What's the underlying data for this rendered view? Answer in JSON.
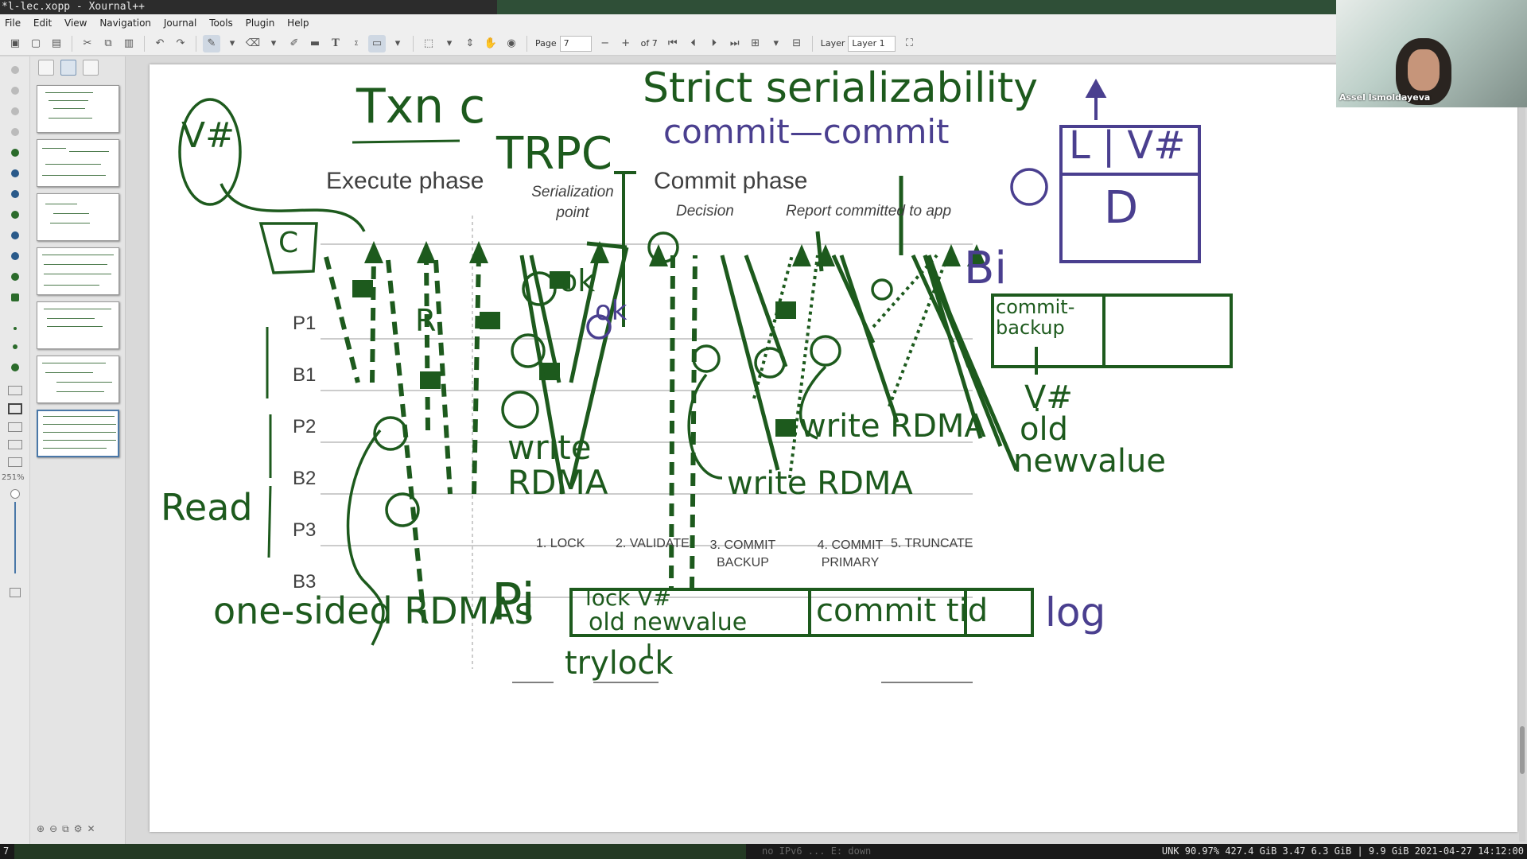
{
  "window": {
    "title": "*l-lec.xopp - Xournal++"
  },
  "menu": [
    "File",
    "Edit",
    "View",
    "Navigation",
    "Journal",
    "Tools",
    "Plugin",
    "Help"
  ],
  "toolbar": {
    "page_label": "Page",
    "page_value": "7",
    "page_total": "of 7",
    "layer_label": "Layer",
    "layer_value": "Layer 1"
  },
  "sidebar": {
    "zoom": "251%"
  },
  "slide": {
    "execute_phase": "Execute phase",
    "commit_phase": "Commit phase",
    "serialization_point": "Serialization point",
    "decision": "Decision",
    "report": "Report committed to app",
    "rows": [
      "P1",
      "B1",
      "P2",
      "B2",
      "P3",
      "B3"
    ],
    "steps": [
      "1. LOCK",
      "2. VALIDATE",
      "3. COMMIT BACKUP",
      "4. COMMIT PRIMARY",
      "5. TRUNCATE"
    ]
  },
  "handwriting": {
    "txn": "Txn c",
    "trpc": "TRPC",
    "strict": "Strict serializability",
    "commit_commit": "commit—commit",
    "vhash": "V#",
    "c_box": "C",
    "read": "Read",
    "r_label": "R",
    "ok1": "ok",
    "ok2": "ok",
    "write_rdma_1": "write RDMA",
    "write_rdma_2": "write RDMA",
    "write_rdma_3": "write RDMA",
    "one_sided": "one-sided RDMAs",
    "pi": "Pi",
    "log_lock": "lock V#",
    "log_oldnew": "old newvalue",
    "log_commit": "commit tid",
    "log": "log",
    "trylock": "trylock",
    "lvhash": "L | V#",
    "d_box": "D",
    "bi": "Bi",
    "commit_backup": "commit-backup",
    "vhash2": "V#",
    "old": "old",
    "newvalue": "newvalue"
  },
  "webcam": {
    "name": "Assel Ismoldayeva"
  },
  "statusbar": {
    "left": "7",
    "dim": "no IPv6 ... E: down",
    "right": "UNK 90.97% 427.4 GiB 3.47 6.3 GiB | 9.9 GiB 2021-04-27 14:12:00"
  }
}
